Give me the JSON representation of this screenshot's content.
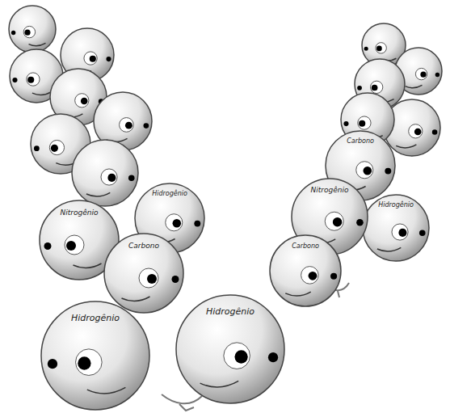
{
  "diagram": {
    "nodes": [
      {
        "text": [
          "Hidrogênio"
        ]
      },
      {
        "text": [
          "Hidrogênio"
        ]
      },
      {
        "text": [
          "Carbono"
        ]
      },
      {
        "text": [
          "Nitrogênio"
        ]
      },
      {
        "text": [
          "Hidrogênio"
        ]
      },
      {
        "text": [
          "Nitrogênio"
        ]
      },
      {
        "text": [
          "Hidrogênio"
        ]
      },
      {
        "text": [
          "Carbono"
        ]
      },
      {
        "text": [
          "Carbono"
        ]
      }
    ]
  }
}
